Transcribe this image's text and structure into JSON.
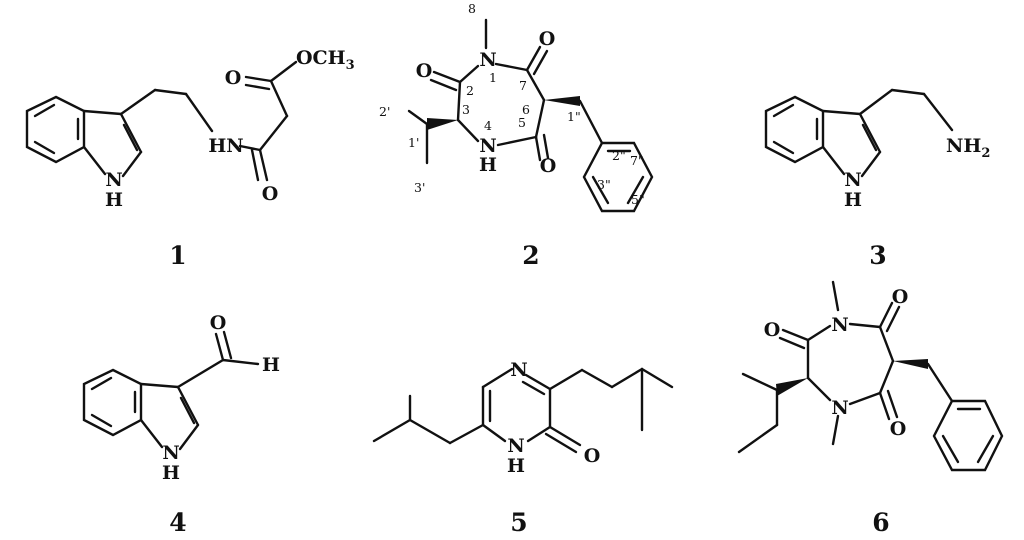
{
  "compound_labels": [
    "1",
    "2",
    "3",
    "4",
    "5",
    "6"
  ],
  "c1": {
    "nh_ring": "N",
    "nh_ring_h": "H",
    "amide_nh": "HN",
    "ester": "OCH",
    "ester_sub": "3",
    "o_ester": "O",
    "o_amide": "O"
  },
  "c2": {
    "n1": "N",
    "n4_n": "N",
    "n4_h": "H",
    "o2": "O",
    "o7": "O",
    "o5": "O",
    "numbering": [
      "8",
      "1",
      "2",
      "3",
      "4",
      "5",
      "6",
      "7",
      "1\"",
      "2'",
      "1'",
      "3'",
      "2\"",
      "7\"",
      "3\"",
      "5\""
    ]
  },
  "c3": {
    "nh_ring": "N",
    "nh_ring_h": "H",
    "amine": "NH",
    "amine_sub": "2"
  },
  "c4": {
    "nh_ring": "N",
    "nh_ring_h": "H",
    "o": "O",
    "h": "H"
  },
  "c5": {
    "n_top": "N",
    "nh_n": "N",
    "nh_h": "H",
    "o": "O"
  },
  "c6": {
    "n_top": "N",
    "n_bottom": "N",
    "o_left": "O",
    "o_top": "O",
    "o_bottom": "O"
  }
}
